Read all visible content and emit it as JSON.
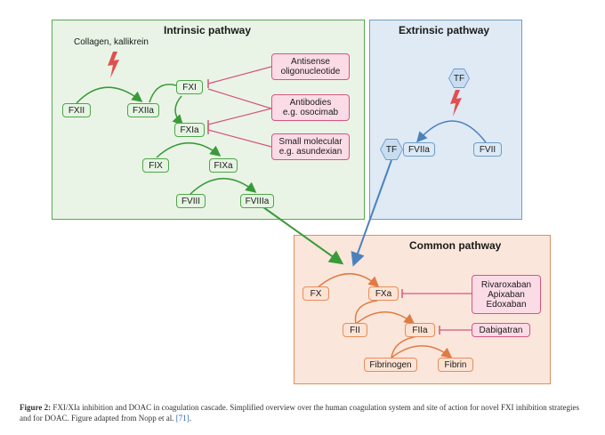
{
  "intrinsic": {
    "title": "Intrinsic pathway",
    "trigger": "Collagen, kallikrein",
    "nodes": {
      "fxii": "FXII",
      "fxiia": "FXIIa",
      "fxi": "FXI",
      "fxia": "FXIa",
      "fix": "FIX",
      "fixa": "FIXa",
      "fviii": "FVIII",
      "fviiia": "FVIIIa"
    },
    "inhibitors": [
      {
        "line1": "Antisense",
        "line2": "oligonucleotide"
      },
      {
        "line1": "Antibodies",
        "line2": "e.g. osocimab"
      },
      {
        "line1": "Small molecular",
        "line2": "e.g. asundexian"
      }
    ]
  },
  "extrinsic": {
    "title": "Extrinsic pathway",
    "tf_top": "TF",
    "tf_bound": "TF",
    "fviia": "FVIIa",
    "fvii": "FVII"
  },
  "common": {
    "title": "Common pathway",
    "nodes": {
      "fx": "FX",
      "fxa": "FXa",
      "fii": "FII",
      "fiia": "FIIa",
      "fibrinogen": "Fibrinogen",
      "fibrin": "Fibrin"
    },
    "inhibitors": {
      "fxa_drugs": [
        "Rivaroxaban",
        "Apixaban",
        "Edoxaban"
      ],
      "fiia_drug": "Dabigatran"
    }
  },
  "colors": {
    "intrinsic_bg": "#eaf4e6",
    "intrinsic_border": "#5aa655",
    "extrinsic_bg": "#dfeaf5",
    "extrinsic_border": "#6d9dc7",
    "common_bg": "#fbe6db",
    "common_border": "#e08d62",
    "inhibitor": "#d5567f",
    "lightning": "#e05050"
  },
  "caption": {
    "label": "Figure 2:",
    "text_before": "FXI/XIa inhibition and DOAC in coagulation cascade. Simplified overview over the human coagulation system and site of action for novel FXI inhibition strategies and for DOAC. Figure adapted from Nopp et al.",
    "ref": "[71]",
    "text_after": "."
  }
}
